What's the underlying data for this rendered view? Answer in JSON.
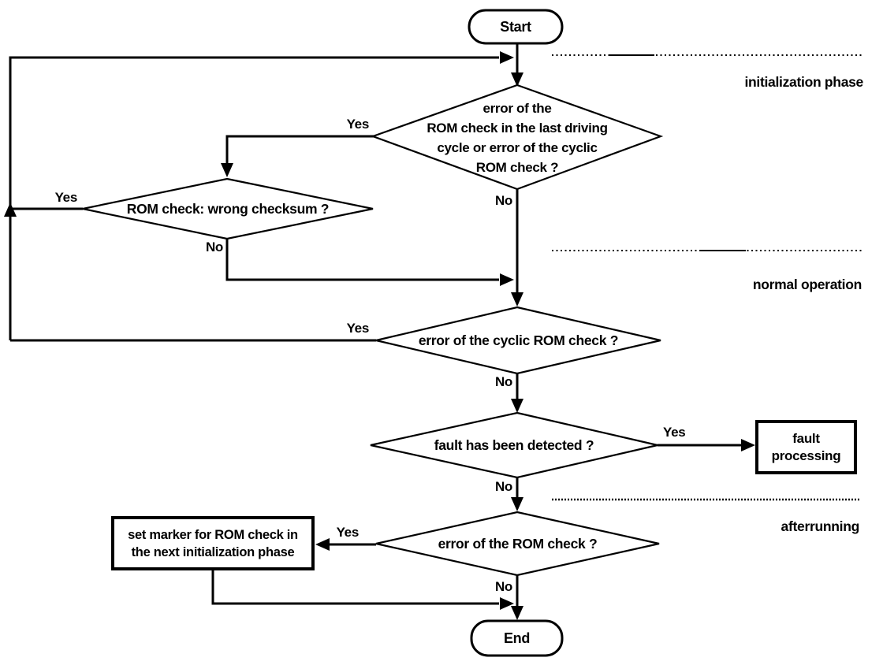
{
  "colors": {
    "line": "#000000",
    "background": "#ffffff",
    "text": "#000000"
  },
  "flowchart": {
    "start_label": "Start",
    "end_label": "End",
    "edge_labels": {
      "yes": "Yes",
      "no": "No"
    },
    "decisions": {
      "init_error": "error of the\nROM check in the last driving\ncycle or error of the cyclic\nROM check ?",
      "wrong_checksum": "ROM check: wrong checksum ?",
      "cyclic_error": "error of the cyclic ROM check ?",
      "fault_detected": "fault has been detected ?",
      "rom_error": "error of the ROM check ?"
    },
    "processes": {
      "fault_processing": "fault\nprocessing",
      "set_marker": "set marker for ROM check in\nthe next initialization phase"
    },
    "phases": {
      "initialization": "initialization phase",
      "normal_operation": "normal operation",
      "afterrunning": "afterrunning"
    }
  }
}
